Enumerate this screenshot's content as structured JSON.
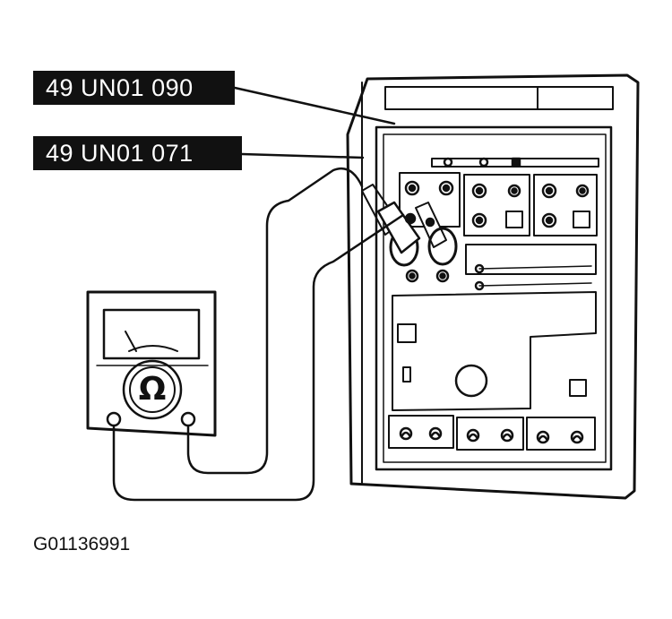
{
  "callouts": {
    "tool_1": "49 UN01 090",
    "tool_2": "49 UN01 071"
  },
  "meter": {
    "symbol": "Ω"
  },
  "figure_id": "G01136991",
  "colors": {
    "ink": "#111111",
    "paper": "#ffffff"
  }
}
